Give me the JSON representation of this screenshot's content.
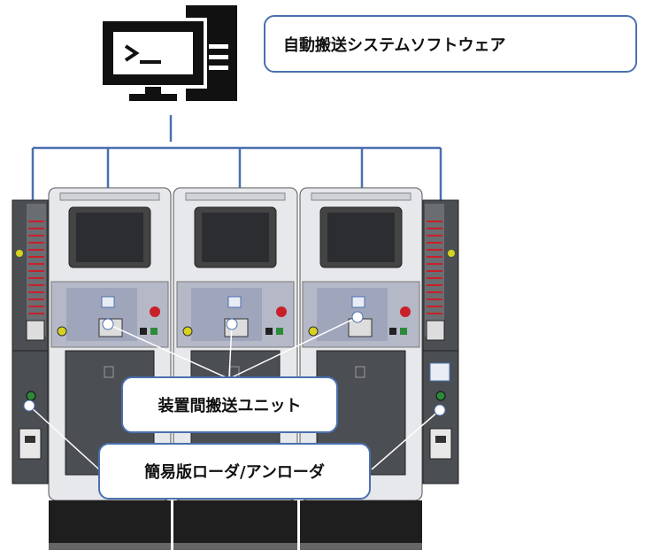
{
  "labels": {
    "software": "自動搬送システムソフトウェア",
    "inter_unit_transfer": "装置間搬送ユニット",
    "simple_loader": "簡易版ローダ/アンローダ"
  },
  "icons": {
    "computer": "computer-terminal-icon",
    "logo": "di-logo-icon"
  },
  "colors": {
    "connector_line": "#4a70b0",
    "callout_border": "#4a70b0",
    "machine_body": "#e6e8eb",
    "machine_dark": "#4b4e52",
    "screen": "#2b2d30",
    "base": "#1e1e1e",
    "lamp_red": "#c8202a",
    "lamp_yellow": "#d6d21e",
    "lamp_green": "#2d8a3a"
  }
}
